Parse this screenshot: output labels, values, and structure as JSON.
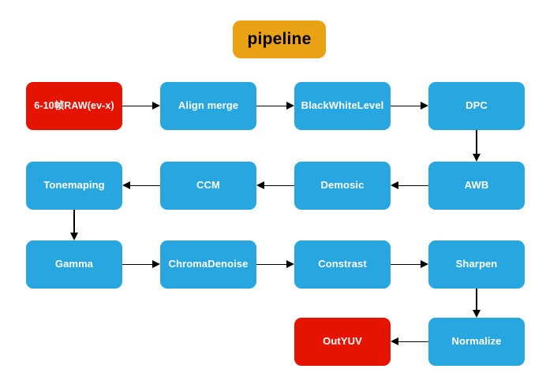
{
  "diagram": {
    "title_box": {
      "label": "pipeline",
      "color": "#e9a213",
      "text_color": "#000000"
    },
    "colors": {
      "process": "#28a6e0",
      "terminal": "#e51400",
      "title": "#e9a213",
      "edge": "#000000",
      "background": "#ffffff",
      "node_text": "#ffffff"
    },
    "nodes": [
      {
        "id": "raw",
        "label": "6-10帧RAW(ev-x)",
        "kind": "terminal",
        "row": 1,
        "col": 1
      },
      {
        "id": "align_merge",
        "label": "Align merge",
        "kind": "process",
        "row": 1,
        "col": 2
      },
      {
        "id": "blackwhite",
        "label": "BlackWhiteLevel",
        "kind": "process",
        "row": 1,
        "col": 3
      },
      {
        "id": "dpc",
        "label": "DPC",
        "kind": "process",
        "row": 1,
        "col": 4
      },
      {
        "id": "tonemaping",
        "label": "Tonemaping",
        "kind": "process",
        "row": 2,
        "col": 1
      },
      {
        "id": "ccm",
        "label": "CCM",
        "kind": "process",
        "row": 2,
        "col": 2
      },
      {
        "id": "demosic",
        "label": "Demosic",
        "kind": "process",
        "row": 2,
        "col": 3
      },
      {
        "id": "awb",
        "label": "AWB",
        "kind": "process",
        "row": 2,
        "col": 4
      },
      {
        "id": "gamma",
        "label": "Gamma",
        "kind": "process",
        "row": 3,
        "col": 1
      },
      {
        "id": "chromadenoise",
        "label": "ChromaDenoise",
        "kind": "process",
        "row": 3,
        "col": 2
      },
      {
        "id": "constrast",
        "label": "Constrast",
        "kind": "process",
        "row": 3,
        "col": 3
      },
      {
        "id": "sharpen",
        "label": "Sharpen",
        "kind": "process",
        "row": 3,
        "col": 4
      },
      {
        "id": "outyuv",
        "label": "OutYUV",
        "kind": "terminal",
        "row": 4,
        "col": 3
      },
      {
        "id": "normalize",
        "label": "Normalize",
        "kind": "process",
        "row": 4,
        "col": 4
      }
    ],
    "edges": [
      {
        "from": "raw",
        "to": "align_merge",
        "direction": "right"
      },
      {
        "from": "align_merge",
        "to": "blackwhite",
        "direction": "right"
      },
      {
        "from": "blackwhite",
        "to": "dpc",
        "direction": "right"
      },
      {
        "from": "dpc",
        "to": "awb",
        "direction": "down"
      },
      {
        "from": "awb",
        "to": "demosic",
        "direction": "left"
      },
      {
        "from": "demosic",
        "to": "ccm",
        "direction": "left"
      },
      {
        "from": "ccm",
        "to": "tonemaping",
        "direction": "left"
      },
      {
        "from": "tonemaping",
        "to": "gamma",
        "direction": "down"
      },
      {
        "from": "gamma",
        "to": "chromadenoise",
        "direction": "right"
      },
      {
        "from": "chromadenoise",
        "to": "constrast",
        "direction": "right"
      },
      {
        "from": "constrast",
        "to": "sharpen",
        "direction": "right"
      },
      {
        "from": "sharpen",
        "to": "normalize",
        "direction": "down"
      },
      {
        "from": "normalize",
        "to": "outyuv",
        "direction": "left"
      }
    ]
  }
}
